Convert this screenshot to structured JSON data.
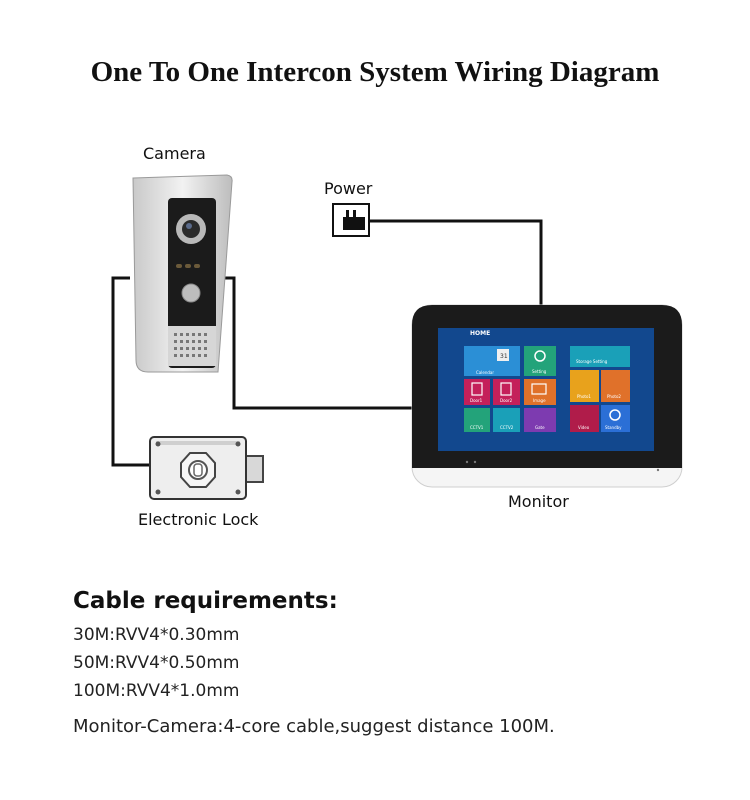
{
  "title": "One To One Intercon System Wiring Diagram",
  "components": {
    "camera": "Camera",
    "power": "Power",
    "monitor": "Monitor",
    "lock": "Electronic Lock"
  },
  "monitor_screen": {
    "home": "HOME",
    "tiles": [
      "Calendar",
      "Setting",
      "Storage Setting",
      "Door1",
      "Door2",
      "Image",
      "Photo1",
      "Photo2",
      "CCTV1",
      "CCTV2",
      "Gate",
      "Video",
      "Standby"
    ],
    "calendar_day": "31"
  },
  "cable": {
    "heading": "Cable requirements:",
    "lines": [
      "30M:RVV4*0.30mm",
      "50M:RVV4*0.50mm",
      "100M:RVV4*1.0mm"
    ],
    "note": "Monitor-Camera:4-core cable,suggest distance 100M."
  },
  "colors": {
    "wire": "#111111",
    "bezel": "#1b1b1b",
    "screen": "#0d3d80"
  }
}
